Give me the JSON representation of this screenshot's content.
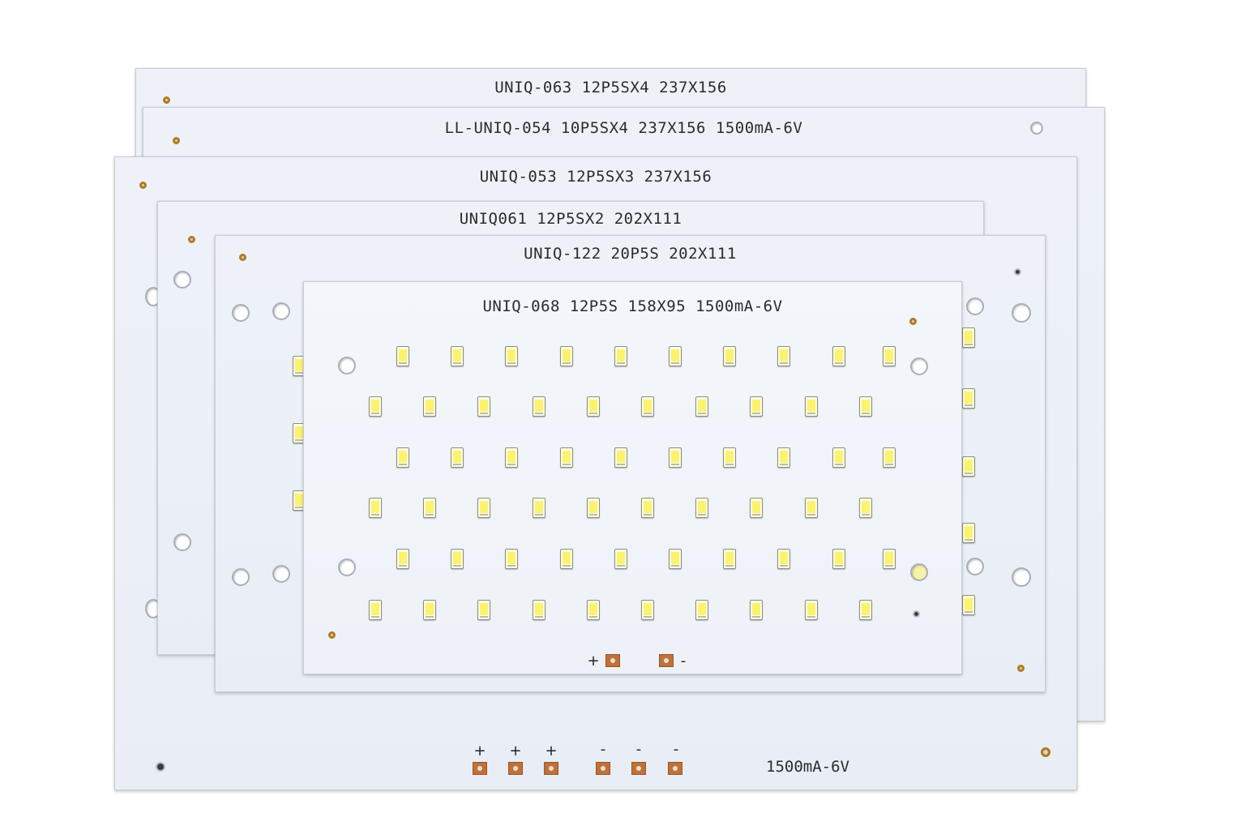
{
  "boards": [
    {
      "id": "b063",
      "label": "UNIQ-063  12P5SX4  237X156"
    },
    {
      "id": "b054",
      "label": "LL-UNIQ-054  10P5SX4  237X156  1500mA-6V"
    },
    {
      "id": "b053",
      "label": "UNIQ-053  12P5SX3  237X156"
    },
    {
      "id": "b061",
      "label": "UNIQ061  12P5SX2  202X111"
    },
    {
      "id": "b122",
      "label": "UNIQ-122  20P5S  202X111"
    },
    {
      "id": "b068",
      "label": "UNIQ-068  12P5S  158X95  1500mA-6V"
    }
  ],
  "front_board_polarity": {
    "plus": "+",
    "minus": "-"
  },
  "bottom_board": {
    "polarity": [
      "+",
      "+",
      "+",
      "-",
      "-",
      "-"
    ],
    "rating": "1500mA-6V"
  },
  "led_grid": {
    "rows": 6,
    "per_row": 10,
    "count": 60
  },
  "colors": {
    "board": "#eef2f8",
    "led_phosphor": "#fbf36d",
    "copper_pad": "#c0713a",
    "copper_ring": "#b07a24"
  }
}
